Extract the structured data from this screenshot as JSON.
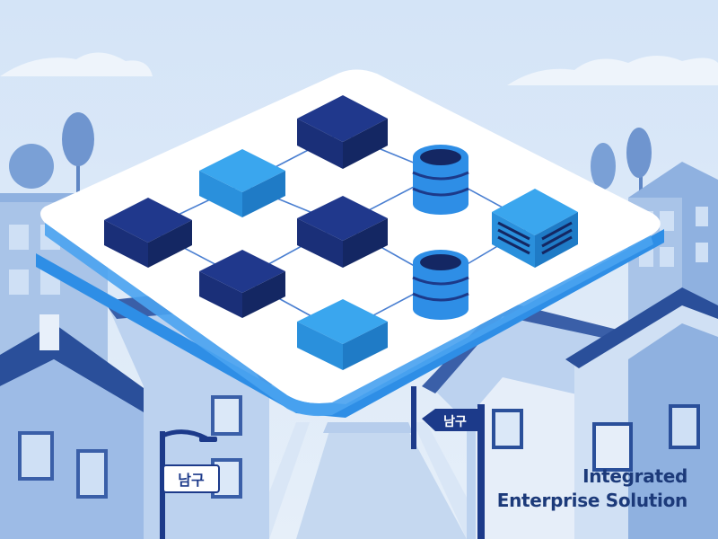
{
  "street_signs": [
    {
      "text": "남구"
    },
    {
      "text": "남구"
    }
  ],
  "tagline": {
    "line1": "Integrated",
    "line2": "Enterprise Solution"
  },
  "colors": {
    "sky": "#dbe8f8",
    "navy": "#1c3a8a",
    "bright_blue": "#2e9ae6",
    "text": "#1c3a7a",
    "platform": "#ffffff"
  },
  "icons": [
    "server-cube-icon",
    "database-icon",
    "server-rack-icon",
    "street-lamp-icon",
    "street-sign-icon"
  ]
}
